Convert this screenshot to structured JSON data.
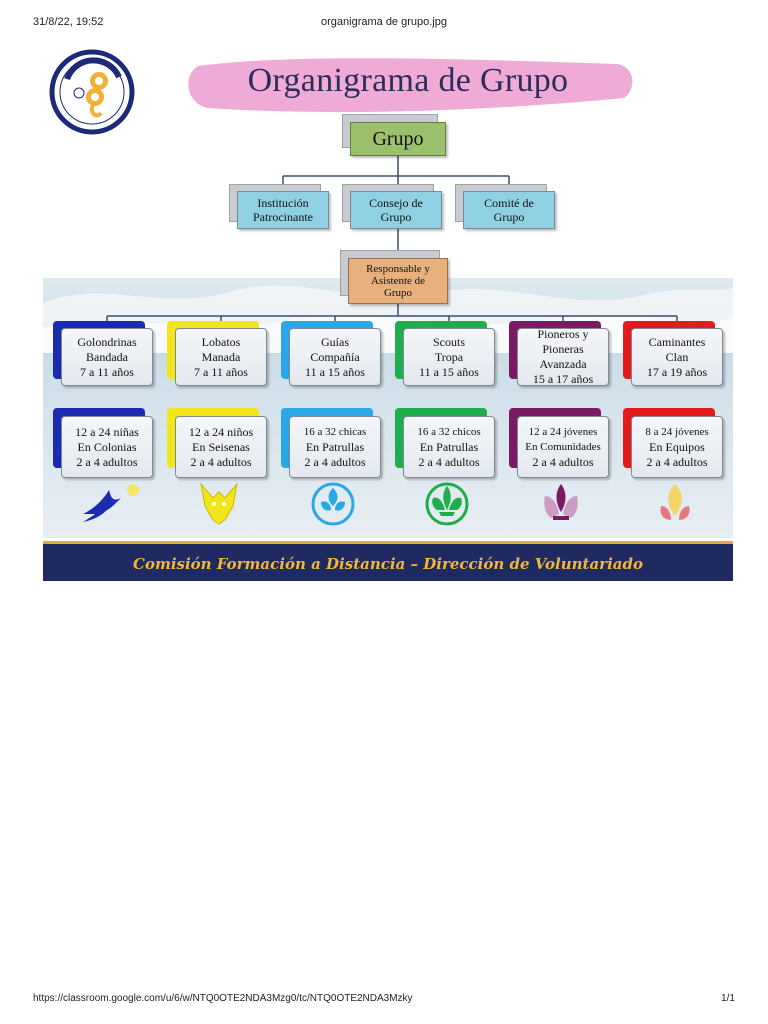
{
  "print_header": {
    "date": "31/8/22, 19:52",
    "title": "organigrama de grupo.jpg"
  },
  "print_footer": {
    "url": "https://classroom.google.com/u/6/w/NTQ0OTE2NDA3Mzg0/tc/NTQ0OTE2NDA3Mzky",
    "page": "1/1"
  },
  "chart": {
    "title": "Organigrama de Grupo",
    "root": "Grupo",
    "second_level": [
      {
        "line1": "Institución",
        "line2": "Patrocinante"
      },
      {
        "line1": "Consejo de",
        "line2": "Grupo"
      },
      {
        "line1": "Comité de",
        "line2": "Grupo"
      }
    ],
    "responsable": {
      "line1": "Responsable y",
      "line2": "Asistente de",
      "line3": "Grupo"
    },
    "sections": [
      {
        "color": "#1a2bb0",
        "upper": [
          "Golondrinas",
          "Bandada",
          "7 a 11 años"
        ],
        "lower": [
          "12 a 24 niñas",
          "En Colonias",
          "2 a 4 adultos"
        ],
        "icon": "swallow-icon"
      },
      {
        "color": "#f2e61a",
        "upper": [
          "Lobatos",
          "Manada",
          "7 a 11 años"
        ],
        "lower": [
          "12 a 24 niños",
          "En Seisenas",
          "2 a 4 adultos"
        ],
        "icon": "wolf-icon"
      },
      {
        "color": "#29a7e6",
        "upper": [
          "Guías",
          "Compañía",
          "11 a 15 años"
        ],
        "lower": [
          "16 a 32 chicas",
          "En Patrullas",
          "2 a 4 adultos"
        ],
        "icon": "trefoil-icon"
      },
      {
        "color": "#1fae4b",
        "upper": [
          "Scouts",
          "Tropa",
          "11 a 15 años"
        ],
        "lower": [
          "16 a 32 chicos",
          "En Patrullas",
          "2 a 4 adultos"
        ],
        "icon": "fleur-de-lis-icon"
      },
      {
        "color": "#7a1a63",
        "upper": [
          "Pioneros y",
          "Pioneras",
          "Avanzada",
          "15 a 17 años"
        ],
        "lower": [
          "12 a 24 jóvenes",
          "En Comunidades",
          "2 a 4 adultos"
        ],
        "icon": "pioneer-emblem-icon"
      },
      {
        "color": "#e41b1b",
        "upper": [
          "Caminantes",
          "Clan",
          "17 a 19 años"
        ],
        "lower": [
          "8 a 24 jóvenes",
          "En Equipos",
          "2 a 4 adultos"
        ],
        "icon": "flame-emblem-icon"
      }
    ],
    "footer": "Comisión Formación a Distancia – Dirección de Voluntariado"
  }
}
